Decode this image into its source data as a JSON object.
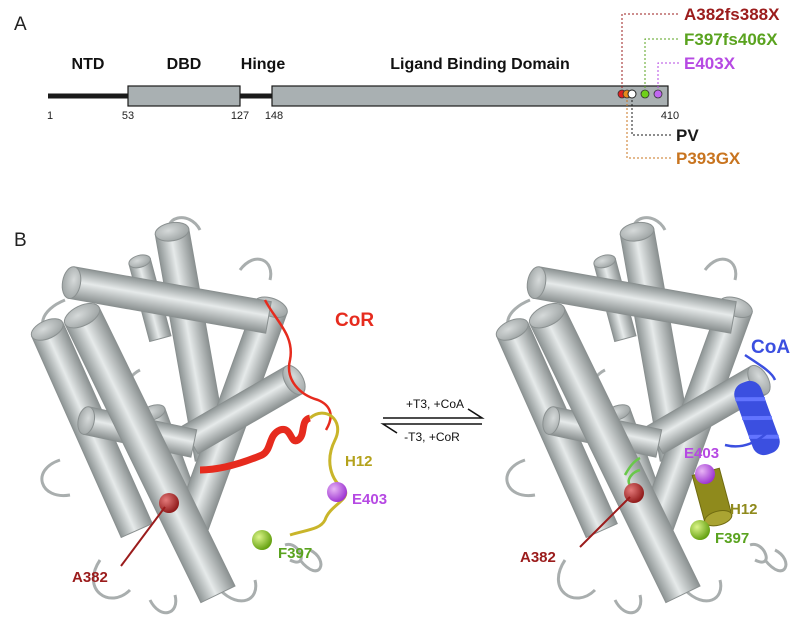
{
  "panel_a": {
    "letter": "A",
    "domains": [
      {
        "label": "NTD"
      },
      {
        "label": "DBD"
      },
      {
        "label": "Hinge"
      },
      {
        "label": "Ligand Binding Domain"
      }
    ],
    "positions": [
      "1",
      "53",
      "127",
      "148",
      "410"
    ],
    "mutations": [
      {
        "label": "A382fs388X",
        "color": "#9b1c1c"
      },
      {
        "label": "F397fs406X",
        "color": "#5aa31f"
      },
      {
        "label": "E403X",
        "color": "#b649e3"
      },
      {
        "label": "PV",
        "color": "#1a1a1a"
      },
      {
        "label": "P393GX",
        "color": "#c8741f"
      }
    ]
  },
  "panel_b": {
    "letter": "B",
    "left": {
      "peptide": {
        "label": "CoR",
        "color": "#e62b1e"
      },
      "helix": {
        "label": "H12",
        "color": "#b4a21c"
      },
      "residues": [
        {
          "label": "E403",
          "color": "#b649e3"
        },
        {
          "label": "F397",
          "color": "#79c213"
        },
        {
          "label": "A382",
          "color": "#9b1c1c"
        }
      ]
    },
    "right": {
      "peptide": {
        "label": "CoA",
        "color": "#3b4fe0"
      },
      "helix": {
        "label": "H12",
        "color": "#8f8a1c"
      },
      "residues": [
        {
          "label": "E403",
          "color": "#b649e3"
        },
        {
          "label": "F397",
          "color": "#79c213"
        },
        {
          "label": "A382",
          "color": "#9b1c1c"
        }
      ]
    },
    "equilibrium": {
      "forward": "+T3, +CoA",
      "reverse": "-T3, +CoR"
    }
  }
}
